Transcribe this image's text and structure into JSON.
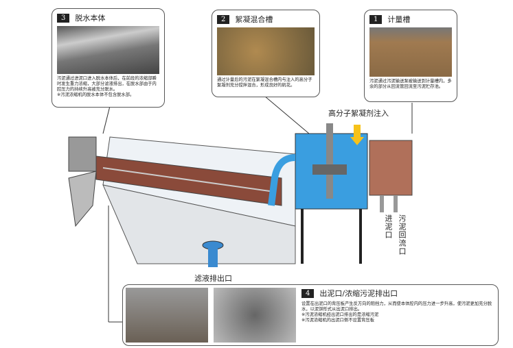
{
  "boxes": [
    {
      "num": "3",
      "title": "脱水本体",
      "desc": "污泥通过进泥口进入脱水本体后，在前段的浓缩部瞬时发生重力浓缩，大部分滤液排出，在脱水部由于内腔压力的持续升高被充分脱水。",
      "note": "※污泥浓缩机的脱水本体不包含脱水部。"
    },
    {
      "num": "2",
      "title": "絮凝混合槽",
      "desc": "通过计量后的污泥在絮凝混合槽内与注入的高分子絮凝剂充分搅拌混合，形成良好的矾花。"
    },
    {
      "num": "1",
      "title": "计量槽",
      "desc": "污泥通过污泥输送泵被输送到计量槽内，多余的部分从回流管回流至污泥贮存池。"
    },
    {
      "num": "4",
      "title": "出泥口/浓缩污泥排出口",
      "desc": "设置在出泥口的背压板产生反方向的阻挡力，从而使本体腔内的压力进一步升高，使污泥更加充分脱水，以泥饼形式从出泥口排出。",
      "note1": "※污泥浓缩机经出泥口排出的是浓缩污泥",
      "note2": "※污泥浓缩机的出泥口侧不设置背压板"
    }
  ],
  "labels": {
    "flocculant": "高分子絮凝剂注入",
    "inlet": "进泥口",
    "return": "污泥回流口",
    "filtrate": "滤液排出口"
  }
}
